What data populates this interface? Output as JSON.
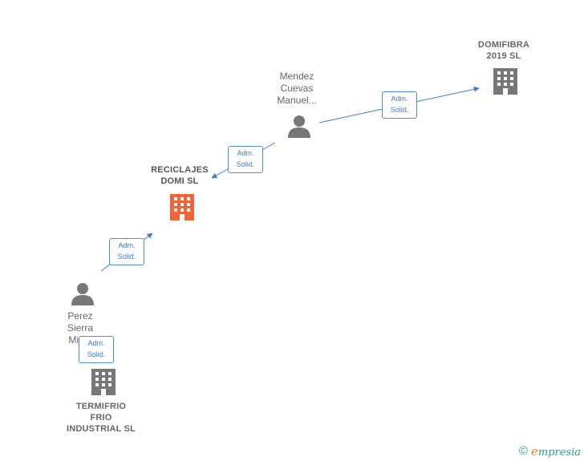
{
  "nodes": {
    "domifibra": {
      "label": "DOMIFIBRA\n2019  SL",
      "type": "company"
    },
    "mendez": {
      "label": "Mendez\nCuevas\nManuel...",
      "type": "person"
    },
    "reciclajes": {
      "label": "RECICLAJES\nDOMI  SL",
      "type": "company",
      "focus": true
    },
    "perez": {
      "label": "Perez\nSierra\nMig...",
      "type": "person"
    },
    "termifrio": {
      "label": "TERMIFRIO\nFRIO\nINDUSTRIAL SL",
      "type": "company"
    }
  },
  "edges": [
    {
      "from": "mendez",
      "to": "domifibra",
      "line1": "Adm.",
      "line2": "Solid."
    },
    {
      "from": "mendez",
      "to": "reciclajes",
      "line1": "Adm.",
      "line2": "Solid."
    },
    {
      "from": "perez",
      "to": "reciclajes",
      "line1": "Adm.",
      "line2": "Solid."
    },
    {
      "from": "perez",
      "to": "termifrio",
      "line1": "Adm.",
      "line2": "Solid."
    }
  ],
  "colors": {
    "company_icon": "#777777",
    "focus_icon": "#f0643c",
    "person_icon": "#777777",
    "edge": "#3a7fcf"
  },
  "footer": {
    "copyright": "©",
    "brand_initial": "e",
    "brand_rest": "mpresia"
  }
}
